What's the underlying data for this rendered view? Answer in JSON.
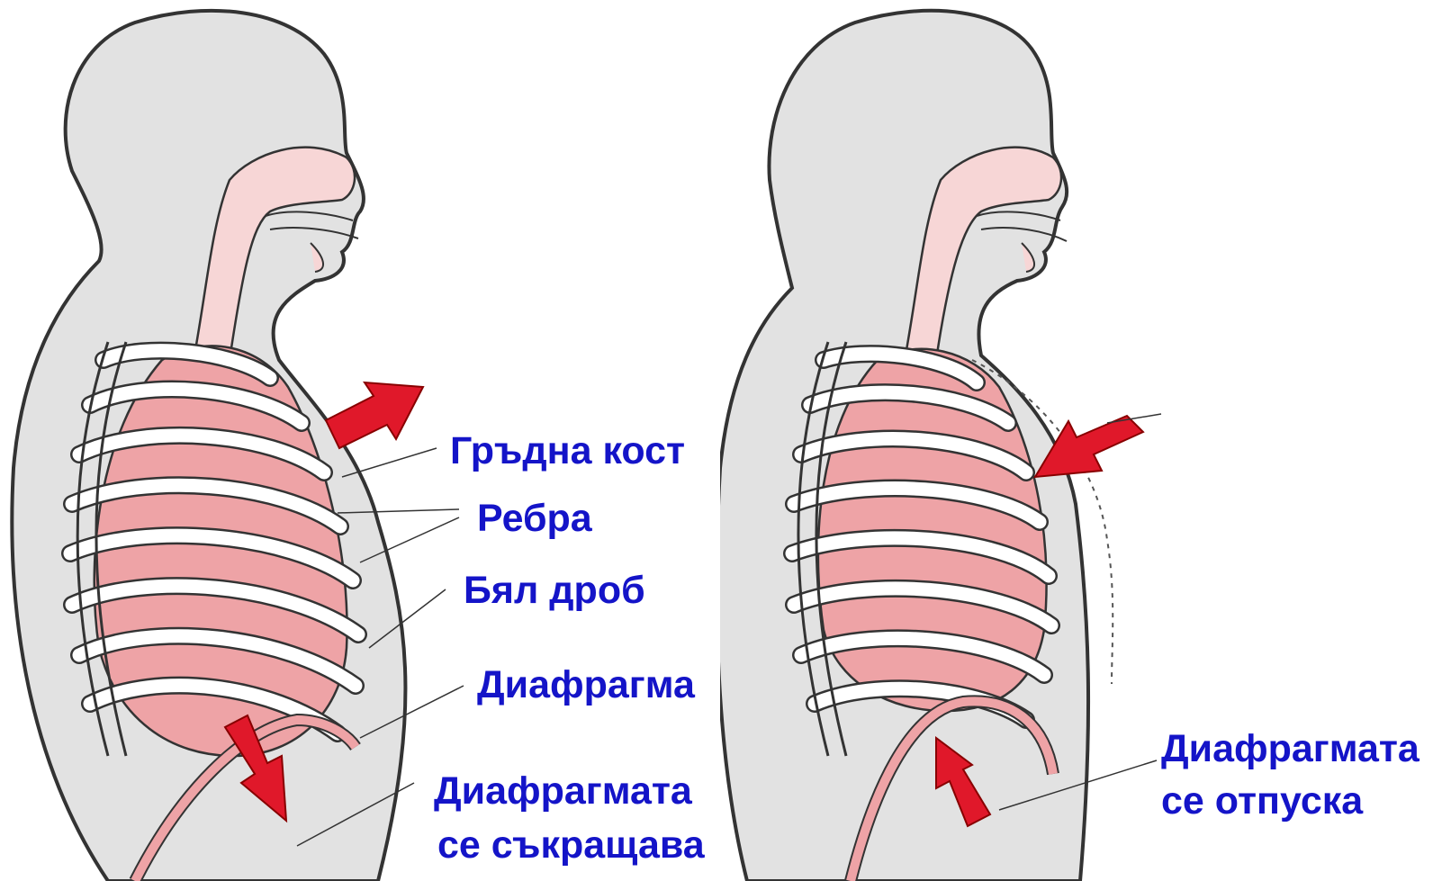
{
  "labels": {
    "sternum": "Гръдна кост",
    "ribs": "Ребра",
    "lung": "Бял дроб",
    "diaphragm": "Диафрагма",
    "contracts_line1": "Диафрагмата",
    "contracts_line2": "се съкращава",
    "relaxes_line1": "Диафрагмата",
    "relaxes_line2": "се отпуска"
  },
  "colors": {
    "label_text": "#1414c8",
    "body_fill": "#e2e2e2",
    "lung_fill": "#eea3a6",
    "airway_fill": "#f7d6d6",
    "arrow_fill": "#e0182a",
    "outline": "#333333"
  },
  "icons": {
    "inhale_arrow": "arrow-outward-icon",
    "exhale_arrow": "arrow-inward-icon",
    "diaphragm_down_arrow": "arrow-down-icon",
    "diaphragm_up_arrow": "arrow-up-icon"
  }
}
